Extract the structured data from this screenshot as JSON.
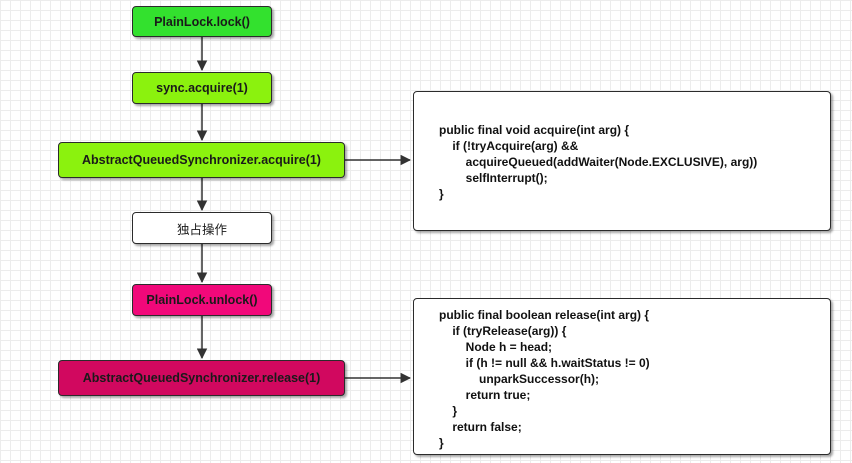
{
  "nodes": {
    "lock": {
      "label": "PlainLock.lock()",
      "color": "#33e12e"
    },
    "sync_acquire": {
      "label": "sync.acquire(1)",
      "color": "#8bf20e"
    },
    "aqs_acquire": {
      "label": "AbstractQueuedSynchronizer.acquire(1)",
      "color": "#8bf20e"
    },
    "exclusive_op": {
      "label": "独占操作",
      "color": "#ffffff"
    },
    "unlock": {
      "label": "PlainLock.unlock()",
      "color": "#f1087a"
    },
    "aqs_release": {
      "label": "AbstractQueuedSynchronizer.release(1)",
      "color": "#d1085f"
    }
  },
  "code": {
    "acquire": {
      "lines": [
        "public final void acquire(int arg) {",
        "    if (!tryAcquire(arg) &&",
        "        acquireQueued(addWaiter(Node.EXCLUSIVE), arg))",
        "        selfInterrupt();",
        "}"
      ]
    },
    "release": {
      "lines": [
        "public final boolean release(int arg) {",
        "    if (tryRelease(arg)) {",
        "        Node h = head;",
        "        if (h != null && h.waitStatus != 0)",
        "            unparkSuccessor(h);",
        "        return true;",
        "    }",
        "    return false;",
        "}"
      ]
    }
  },
  "colors": {
    "grid": "#ececec",
    "border": "#2b2b2b",
    "arrow": "#333333"
  }
}
